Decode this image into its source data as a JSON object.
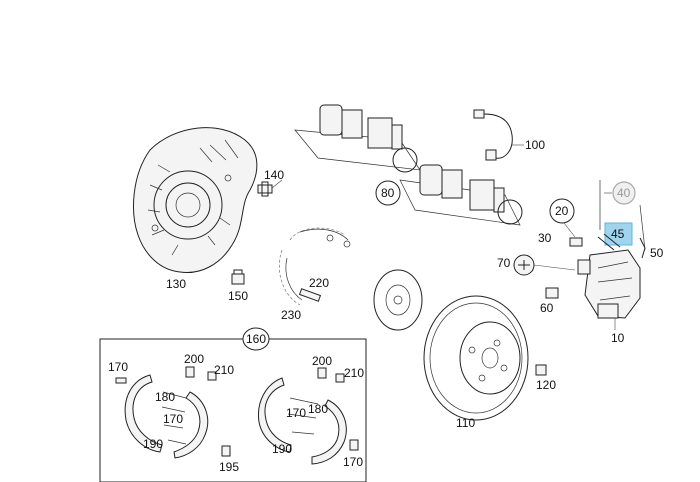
{
  "labels": {
    "p10": "10",
    "p20": "20",
    "p30": "30",
    "p40": "40",
    "p45": "45",
    "p50": "50",
    "p60": "60",
    "p70": "70",
    "p80": "80",
    "p100": "100",
    "p110": "110",
    "p120": "120",
    "p130": "130",
    "p140": "140",
    "p150": "150",
    "p160": "160",
    "p170": "170",
    "p180": "180",
    "p190": "190",
    "p195": "195",
    "p200": "200",
    "p210": "210",
    "p220": "220",
    "p230": "230"
  },
  "highlighted_part": "45",
  "colors": {
    "highlight": "#9fd4ee",
    "line": "#222222",
    "muted": "#999999"
  }
}
